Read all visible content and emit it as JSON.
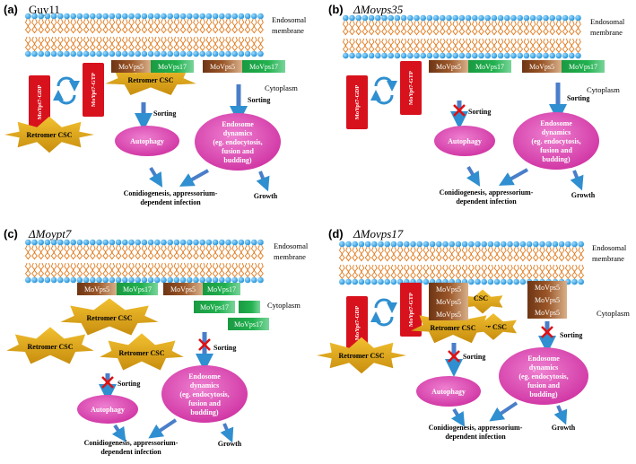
{
  "colors": {
    "membrane_head": "#2ea7e6",
    "membrane_tail": "#e07a1e",
    "retromer_csc": "#e0a818",
    "rab": "#d7121d",
    "vps5": "#8c4a1e",
    "vps17": "#21b04f",
    "ellipse": "#e04ab6",
    "arrow": "#4a7ec9",
    "cross": "#e01010"
  },
  "panels": [
    {
      "letter": "(a)",
      "title": "Guy11",
      "title_italic": false,
      "membrane": "Endosomal membrane",
      "cytoplasm": "Cytoplasm",
      "rab_gdp": "MoYpt7-GDP",
      "rab_gtp": "MoYpt7-GTP",
      "csc": "Retromer CSC",
      "csc_bound": "Retromer CSC",
      "vps5": "MoVps5",
      "vps17": "MoVps17",
      "sorting_left": "Sorting",
      "sorting_right": "Sorting",
      "autophagy": "Autophagy",
      "endosome": [
        "Endosome",
        "dynamics",
        "(eg. endocytosis,",
        "fusion and",
        "budding)"
      ],
      "conidiogenesis": [
        "Conidiogenesis, appressorium-",
        "dependent infection"
      ],
      "growth": "Growth"
    },
    {
      "letter": "(b)",
      "title": "ΔMovps35",
      "title_italic": true,
      "membrane": "Endosomal membrane",
      "cytoplasm": "Cytoplasm",
      "rab_gdp": "MoYpt7-GDP",
      "rab_gtp": "MoYpt7-GTP",
      "vps5": "MoVps5",
      "vps17": "MoVps17",
      "sorting_left": "Sorting",
      "sorting_right": "Sorting",
      "autophagy": "Autophagy",
      "endosome": [
        "Endosome",
        "dynamics",
        "(eg. endocytosis,",
        "fusion and",
        "budding)"
      ],
      "conidiogenesis": [
        "Conidiogenesis, appressorium-",
        "dependent infection"
      ],
      "growth": "Growth"
    },
    {
      "letter": "(c)",
      "title": "ΔMoypt7",
      "title_italic": true,
      "membrane": "Endosomal membrane",
      "cytoplasm": "Cytoplasm",
      "csc": [
        "Retromer CSC",
        "Retromer CSC",
        "Retromer CSC"
      ],
      "vps5": "MoVps5",
      "vps17": "MoVps17",
      "sorting_left": "Sorting",
      "sorting_right": "Sorting",
      "autophagy": "Autophagy",
      "endosome": [
        "Endosome",
        "dynamics",
        "(eg. endocytosis,",
        "fusion and",
        "budding)"
      ],
      "conidiogenesis": [
        "Conidiogenesis, appressorium-",
        "dependent infection"
      ],
      "growth": "Growth"
    },
    {
      "letter": "(d)",
      "title": "ΔMovps17",
      "title_italic": true,
      "membrane": "Endosomal membrane",
      "cytoplasm": "Cytoplasm",
      "rab_gdp": "MoYpt7-GDP",
      "rab_gtp": "MoYpt7-GTP",
      "csc": "Retromer CSC",
      "csc_partial": [
        "CSC",
        "er CSC"
      ],
      "csc_bound": "Retromer CSC",
      "vps5": "MoVps5",
      "sorting_left": "Sorting",
      "sorting_right": "Sorting",
      "autophagy": "Autophagy",
      "endosome": [
        "Endosome",
        "dynamics",
        "(eg. endocytosis,",
        "fusion and",
        "budding)"
      ],
      "conidiogenesis": [
        "Conidiogenesis, appressorium-",
        "dependent infection"
      ],
      "growth": "Growth"
    }
  ]
}
